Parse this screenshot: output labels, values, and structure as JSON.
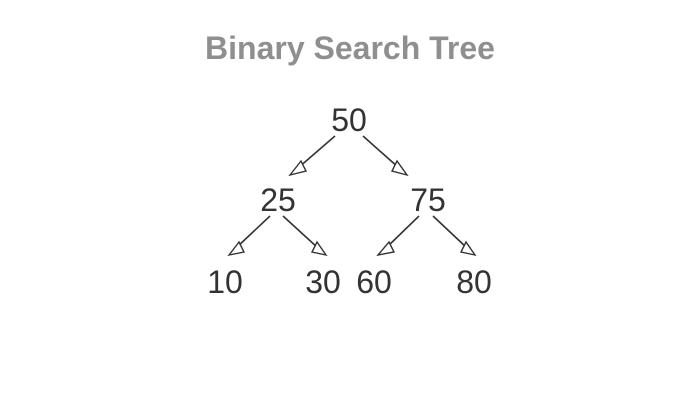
{
  "title": "Binary Search Tree",
  "colors": {
    "background": "#ffffff",
    "title": "#8f8f8f",
    "node_text": "#333333",
    "edge": "#333333",
    "arrowhead_fill": "#ffffff"
  },
  "tree": {
    "nodes": [
      {
        "id": "n50",
        "label": "50"
      },
      {
        "id": "n25",
        "label": "25"
      },
      {
        "id": "n75",
        "label": "75"
      },
      {
        "id": "n10",
        "label": "10"
      },
      {
        "id": "n30",
        "label": "30"
      },
      {
        "id": "n60",
        "label": "60"
      },
      {
        "id": "n80",
        "label": "80"
      }
    ],
    "edges": [
      {
        "from": "n50",
        "to": "n25"
      },
      {
        "from": "n50",
        "to": "n75"
      },
      {
        "from": "n25",
        "to": "n10"
      },
      {
        "from": "n25",
        "to": "n30"
      },
      {
        "from": "n75",
        "to": "n60"
      },
      {
        "from": "n75",
        "to": "n80"
      }
    ],
    "edge_style": "hollow-arrowhead"
  }
}
